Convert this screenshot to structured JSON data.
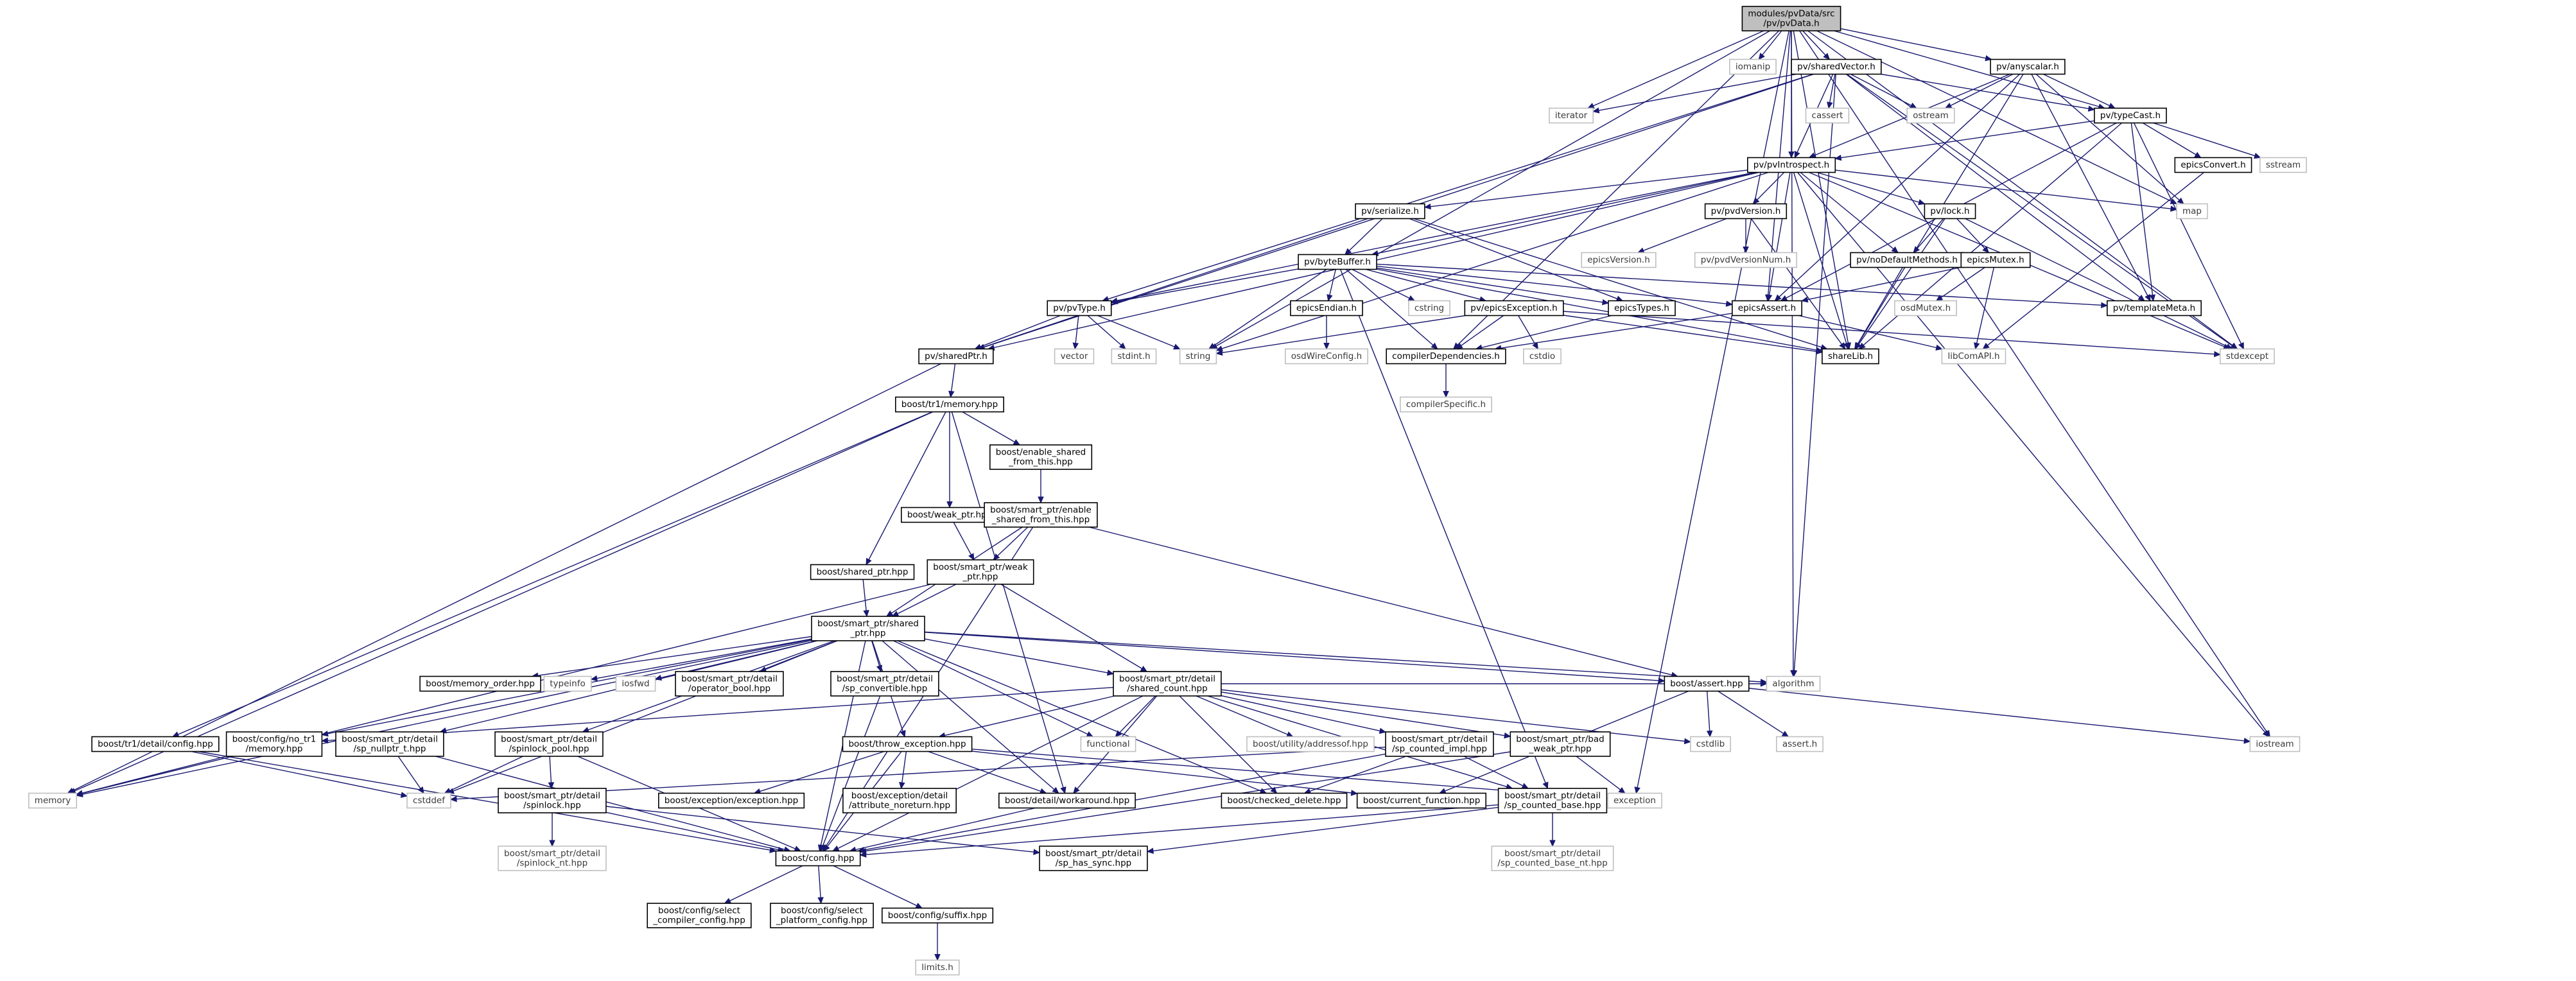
{
  "nodes": [
    {
      "id": "main",
      "label": [
        "modules/pvData/src",
        "/pv/pvData.h"
      ],
      "style": "main"
    },
    {
      "id": "iomanip",
      "label": [
        "iomanip"
      ],
      "style": "ext"
    },
    {
      "id": "sharedVector",
      "label": [
        "pv/sharedVector.h"
      ],
      "style": "doc"
    },
    {
      "id": "anyscalar",
      "label": [
        "pv/anyscalar.h"
      ],
      "style": "doc"
    },
    {
      "id": "iterator",
      "label": [
        "iterator"
      ],
      "style": "ext"
    },
    {
      "id": "cassert",
      "label": [
        "cassert"
      ],
      "style": "ext"
    },
    {
      "id": "ostream",
      "label": [
        "ostream"
      ],
      "style": "ext"
    },
    {
      "id": "typeCast",
      "label": [
        "pv/typeCast.h"
      ],
      "style": "doc"
    },
    {
      "id": "pvIntrospect",
      "label": [
        "pv/pvIntrospect.h"
      ],
      "style": "doc"
    },
    {
      "id": "epicsConvert",
      "label": [
        "epicsConvert.h"
      ],
      "style": "doc"
    },
    {
      "id": "sstream",
      "label": [
        "sstream"
      ],
      "style": "ext"
    },
    {
      "id": "map",
      "label": [
        "map"
      ],
      "style": "ext"
    },
    {
      "id": "serialize",
      "label": [
        "pv/serialize.h"
      ],
      "style": "doc"
    },
    {
      "id": "pvdVersion",
      "label": [
        "pv/pvdVersion.h"
      ],
      "style": "doc"
    },
    {
      "id": "lock",
      "label": [
        "pv/lock.h"
      ],
      "style": "doc"
    },
    {
      "id": "byteBuffer",
      "label": [
        "pv/byteBuffer.h"
      ],
      "style": "doc"
    },
    {
      "id": "epicsVersion",
      "label": [
        "epicsVersion.h"
      ],
      "style": "ext"
    },
    {
      "id": "pvdVersionNum",
      "label": [
        "pv/pvdVersionNum.h"
      ],
      "style": "ext"
    },
    {
      "id": "noDefaultMethods",
      "label": [
        "pv/noDefaultMethods.h"
      ],
      "style": "doc"
    },
    {
      "id": "epicsMutex",
      "label": [
        "epicsMutex.h"
      ],
      "style": "doc"
    },
    {
      "id": "pvType",
      "label": [
        "pv/pvType.h"
      ],
      "style": "doc"
    },
    {
      "id": "epicsEndian",
      "label": [
        "epicsEndian.h"
      ],
      "style": "doc"
    },
    {
      "id": "cstring",
      "label": [
        "cstring"
      ],
      "style": "ext"
    },
    {
      "id": "epicsException",
      "label": [
        "pv/epicsException.h"
      ],
      "style": "doc"
    },
    {
      "id": "epicsTypes",
      "label": [
        "epicsTypes.h"
      ],
      "style": "doc"
    },
    {
      "id": "epicsAssert",
      "label": [
        "epicsAssert.h"
      ],
      "style": "doc"
    },
    {
      "id": "osdMutex",
      "label": [
        "osdMutex.h"
      ],
      "style": "ext"
    },
    {
      "id": "templateMeta",
      "label": [
        "pv/templateMeta.h"
      ],
      "style": "doc"
    },
    {
      "id": "vector",
      "label": [
        "vector"
      ],
      "style": "ext"
    },
    {
      "id": "stdint",
      "label": [
        "stdint.h"
      ],
      "style": "ext"
    },
    {
      "id": "string",
      "label": [
        "string"
      ],
      "style": "ext"
    },
    {
      "id": "osdWireConfig",
      "label": [
        "osdWireConfig.h"
      ],
      "style": "ext"
    },
    {
      "id": "compilerDependencies",
      "label": [
        "compilerDependencies.h"
      ],
      "style": "doc"
    },
    {
      "id": "cstdio",
      "label": [
        "cstdio"
      ],
      "style": "ext"
    },
    {
      "id": "shareLib",
      "label": [
        "shareLib.h"
      ],
      "style": "doc"
    },
    {
      "id": "libComAPI",
      "label": [
        "libComAPI.h"
      ],
      "style": "ext"
    },
    {
      "id": "stdexcept",
      "label": [
        "stdexcept"
      ],
      "style": "ext"
    },
    {
      "id": "sharedPtr",
      "label": [
        "pv/sharedPtr.h"
      ],
      "style": "doc"
    },
    {
      "id": "compilerSpecific",
      "label": [
        "compilerSpecific.h"
      ],
      "style": "ext"
    },
    {
      "id": "tr1memory",
      "label": [
        "boost/tr1/memory.hpp"
      ],
      "style": "doc"
    },
    {
      "id": "enable_shared",
      "label": [
        "boost/enable_shared",
        "_from_this.hpp"
      ],
      "style": "doc"
    },
    {
      "id": "weak_ptr",
      "label": [
        "boost/weak_ptr.hpp"
      ],
      "style": "doc"
    },
    {
      "id": "sp_enable_shared",
      "label": [
        "boost/smart_ptr/enable",
        "_shared_from_this.hpp"
      ],
      "style": "doc"
    },
    {
      "id": "shared_ptr_hpp",
      "label": [
        "boost/shared_ptr.hpp"
      ],
      "style": "doc"
    },
    {
      "id": "sp_weak_ptr",
      "label": [
        "boost/smart_ptr/weak",
        "_ptr.hpp"
      ],
      "style": "doc"
    },
    {
      "id": "sp_shared_ptr",
      "label": [
        "boost/smart_ptr/shared",
        "_ptr.hpp"
      ],
      "style": "doc"
    },
    {
      "id": "memory_order",
      "label": [
        "boost/memory_order.hpp"
      ],
      "style": "doc"
    },
    {
      "id": "typeinfo",
      "label": [
        "typeinfo"
      ],
      "style": "ext"
    },
    {
      "id": "iosfwd",
      "label": [
        "iosfwd"
      ],
      "style": "ext"
    },
    {
      "id": "operator_bool",
      "label": [
        "boost/smart_ptr/detail",
        "/operator_bool.hpp"
      ],
      "style": "doc"
    },
    {
      "id": "sp_convertible",
      "label": [
        "boost/smart_ptr/detail",
        "/sp_convertible.hpp"
      ],
      "style": "doc"
    },
    {
      "id": "shared_count",
      "label": [
        "boost/smart_ptr/detail",
        "/shared_count.hpp"
      ],
      "style": "doc"
    },
    {
      "id": "boost_assert",
      "label": [
        "boost/assert.hpp"
      ],
      "style": "doc"
    },
    {
      "id": "algorithm",
      "label": [
        "algorithm"
      ],
      "style": "ext"
    },
    {
      "id": "tr1config",
      "label": [
        "boost/tr1/detail/config.hpp"
      ],
      "style": "doc"
    },
    {
      "id": "no_tr1",
      "label": [
        "boost/config/no_tr1",
        "/memory.hpp"
      ],
      "style": "doc"
    },
    {
      "id": "sp_nullptr",
      "label": [
        "boost/smart_ptr/detail",
        "/sp_nullptr_t.hpp"
      ],
      "style": "doc"
    },
    {
      "id": "spinlock_pool",
      "label": [
        "boost/smart_ptr/detail",
        "/spinlock_pool.hpp"
      ],
      "style": "doc"
    },
    {
      "id": "throw_exception",
      "label": [
        "boost/throw_exception.hpp"
      ],
      "style": "doc"
    },
    {
      "id": "functional",
      "label": [
        "functional"
      ],
      "style": "ext"
    },
    {
      "id": "addressof",
      "label": [
        "boost/utility/addressof.hpp"
      ],
      "style": "ext"
    },
    {
      "id": "sp_counted_impl",
      "label": [
        "boost/smart_ptr/detail",
        "/sp_counted_impl.hpp"
      ],
      "style": "doc"
    },
    {
      "id": "bad_weak_ptr",
      "label": [
        "boost/smart_ptr/bad",
        "_weak_ptr.hpp"
      ],
      "style": "doc"
    },
    {
      "id": "cstdlib",
      "label": [
        "cstdlib"
      ],
      "style": "ext"
    },
    {
      "id": "assert_h",
      "label": [
        "assert.h"
      ],
      "style": "ext"
    },
    {
      "id": "iostream",
      "label": [
        "iostream"
      ],
      "style": "ext"
    },
    {
      "id": "memory",
      "label": [
        "memory"
      ],
      "style": "ext"
    },
    {
      "id": "cstddef",
      "label": [
        "cstddef"
      ],
      "style": "ext"
    },
    {
      "id": "spinlock",
      "label": [
        "boost/smart_ptr/detail",
        "/spinlock.hpp"
      ],
      "style": "doc"
    },
    {
      "id": "exception_hpp",
      "label": [
        "boost/exception/exception.hpp"
      ],
      "style": "doc"
    },
    {
      "id": "attribute_noreturn",
      "label": [
        "boost/exception/detail",
        "/attribute_noreturn.hpp"
      ],
      "style": "doc"
    },
    {
      "id": "workaround",
      "label": [
        "boost/detail/workaround.hpp"
      ],
      "style": "doc"
    },
    {
      "id": "checked_delete",
      "label": [
        "boost/checked_delete.hpp"
      ],
      "style": "doc"
    },
    {
      "id": "current_function",
      "label": [
        "boost/current_function.hpp"
      ],
      "style": "doc"
    },
    {
      "id": "sp_counted_base",
      "label": [
        "boost/smart_ptr/detail",
        "/sp_counted_base.hpp"
      ],
      "style": "doc"
    },
    {
      "id": "exception",
      "label": [
        "exception"
      ],
      "style": "ext"
    },
    {
      "id": "spinlock_nt",
      "label": [
        "boost/smart_ptr/detail",
        "/spinlock_nt.hpp"
      ],
      "style": "ext"
    },
    {
      "id": "boost_config",
      "label": [
        "boost/config.hpp"
      ],
      "style": "doc"
    },
    {
      "id": "sp_has_sync",
      "label": [
        "boost/smart_ptr/detail",
        "/sp_has_sync.hpp"
      ],
      "style": "doc"
    },
    {
      "id": "sp_counted_base_nt",
      "label": [
        "boost/smart_ptr/detail",
        "/sp_counted_base_nt.hpp"
      ],
      "style": "ext"
    },
    {
      "id": "select_compiler",
      "label": [
        "boost/config/select",
        "_compiler_config.hpp"
      ],
      "style": "doc"
    },
    {
      "id": "select_platform",
      "label": [
        "boost/config/select",
        "_platform_config.hpp"
      ],
      "style": "doc"
    },
    {
      "id": "suffix",
      "label": [
        "boost/config/suffix.hpp"
      ],
      "style": "doc"
    },
    {
      "id": "limits_h",
      "label": [
        "limits.h"
      ],
      "style": "ext"
    }
  ],
  "edges": [
    [
      "main",
      "iomanip"
    ],
    [
      "main",
      "sharedVector"
    ],
    [
      "main",
      "anyscalar"
    ],
    [
      "main",
      "iterator"
    ],
    [
      "main",
      "typeCast"
    ],
    [
      "main",
      "pvIntrospect"
    ],
    [
      "main",
      "map"
    ],
    [
      "main",
      "string"
    ],
    [
      "main",
      "stdexcept"
    ],
    [
      "main",
      "epicsAssert"
    ],
    [
      "main",
      "compilerDependencies"
    ],
    [
      "main",
      "algorithm"
    ],
    [
      "main",
      "iostream"
    ],
    [
      "main",
      "exception"
    ],
    [
      "main",
      "shareLib"
    ],
    [
      "sharedVector",
      "iterator"
    ],
    [
      "sharedVector",
      "cassert"
    ],
    [
      "sharedVector",
      "ostream"
    ],
    [
      "sharedVector",
      "pvIntrospect"
    ],
    [
      "sharedVector",
      "typeCast"
    ],
    [
      "sharedVector",
      "templateMeta"
    ],
    [
      "sharedVector",
      "sharedPtr"
    ],
    [
      "sharedVector",
      "pvType"
    ],
    [
      "sharedVector",
      "algorithm"
    ],
    [
      "sharedVector",
      "stdexcept"
    ],
    [
      "anyscalar",
      "ostream"
    ],
    [
      "anyscalar",
      "typeCast"
    ],
    [
      "anyscalar",
      "pvIntrospect"
    ],
    [
      "anyscalar",
      "templateMeta"
    ],
    [
      "anyscalar",
      "map"
    ],
    [
      "anyscalar",
      "shareLib"
    ],
    [
      "anyscalar",
      "epicsAssert"
    ],
    [
      "typeCast",
      "pvIntrospect"
    ],
    [
      "typeCast",
      "epicsConvert"
    ],
    [
      "typeCast",
      "sstream"
    ],
    [
      "typeCast",
      "templateMeta"
    ],
    [
      "typeCast",
      "stdexcept"
    ],
    [
      "typeCast",
      "shareLib"
    ],
    [
      "typeCast",
      "epicsAssert"
    ],
    [
      "epicsConvert",
      "libComAPI"
    ],
    [
      "pvIntrospect",
      "map"
    ],
    [
      "pvIntrospect",
      "serialize"
    ],
    [
      "pvIntrospect",
      "pvdVersion"
    ],
    [
      "pvIntrospect",
      "lock"
    ],
    [
      "pvIntrospect",
      "byteBuffer"
    ],
    [
      "pvIntrospect",
      "pvType"
    ],
    [
      "pvIntrospect",
      "string"
    ],
    [
      "pvIntrospect",
      "noDefaultMethods"
    ],
    [
      "pvIntrospect",
      "sharedPtr"
    ],
    [
      "pvIntrospect",
      "shareLib"
    ],
    [
      "pvIntrospect",
      "epicsAssert"
    ],
    [
      "pvIntrospect",
      "iostream"
    ],
    [
      "pvIntrospect",
      "stdexcept"
    ],
    [
      "serialize",
      "byteBuffer"
    ],
    [
      "serialize",
      "sharedPtr"
    ],
    [
      "serialize",
      "epicsTypes"
    ],
    [
      "serialize",
      "shareLib"
    ],
    [
      "pvdVersion",
      "epicsVersion"
    ],
    [
      "pvdVersion",
      "pvdVersionNum"
    ],
    [
      "pvdVersion",
      "shareLib"
    ],
    [
      "lock",
      "epicsMutex"
    ],
    [
      "lock",
      "noDefaultMethods"
    ],
    [
      "lock",
      "shareLib"
    ],
    [
      "lock",
      "stdexcept"
    ],
    [
      "epicsMutex",
      "epicsAssert"
    ],
    [
      "epicsMutex",
      "osdMutex"
    ],
    [
      "epicsMutex",
      "libComAPI"
    ],
    [
      "noDefaultMethods",
      "shareLib"
    ],
    [
      "byteBuffer",
      "pvType"
    ],
    [
      "byteBuffer",
      "epicsEndian"
    ],
    [
      "byteBuffer",
      "cstring"
    ],
    [
      "byteBuffer",
      "epicsException"
    ],
    [
      "byteBuffer",
      "epicsTypes"
    ],
    [
      "byteBuffer",
      "epicsAssert"
    ],
    [
      "byteBuffer",
      "templateMeta"
    ],
    [
      "byteBuffer",
      "string"
    ],
    [
      "byteBuffer",
      "compilerDependencies"
    ],
    [
      "byteBuffer",
      "shareLib"
    ],
    [
      "byteBuffer",
      "sp_counted_base"
    ],
    [
      "epicsEndian",
      "osdWireConfig"
    ],
    [
      "epicsException",
      "string"
    ],
    [
      "epicsException",
      "cstdio"
    ],
    [
      "epicsException",
      "compilerDependencies"
    ],
    [
      "epicsException",
      "shareLib"
    ],
    [
      "epicsException",
      "stdexcept"
    ],
    [
      "epicsTypes",
      "compilerDependencies"
    ],
    [
      "epicsAssert",
      "compilerDependencies"
    ],
    [
      "epicsAssert",
      "libComAPI"
    ],
    [
      "compilerDependencies",
      "compilerSpecific"
    ],
    [
      "pvType",
      "vector"
    ],
    [
      "pvType",
      "stdint"
    ],
    [
      "pvType",
      "string"
    ],
    [
      "pvType",
      "sharedPtr"
    ],
    [
      "sharedPtr",
      "tr1memory"
    ],
    [
      "sharedPtr",
      "memory"
    ],
    [
      "tr1memory",
      "enable_shared"
    ],
    [
      "tr1memory",
      "weak_ptr"
    ],
    [
      "tr1memory",
      "shared_ptr_hpp"
    ],
    [
      "tr1memory",
      "tr1config"
    ],
    [
      "tr1memory",
      "memory"
    ],
    [
      "tr1memory",
      "workaround"
    ],
    [
      "enable_shared",
      "sp_enable_shared"
    ],
    [
      "sp_enable_shared",
      "sp_weak_ptr"
    ],
    [
      "sp_enable_shared",
      "sp_shared_ptr"
    ],
    [
      "sp_enable_shared",
      "boost_assert"
    ],
    [
      "sp_enable_shared",
      "boost_config"
    ],
    [
      "weak_ptr",
      "sp_weak_ptr"
    ],
    [
      "sp_weak_ptr",
      "sp_shared_ptr"
    ],
    [
      "sp_weak_ptr",
      "shared_count"
    ],
    [
      "sp_weak_ptr",
      "memory"
    ],
    [
      "shared_ptr_hpp",
      "sp_shared_ptr"
    ],
    [
      "sp_shared_ptr",
      "memory_order"
    ],
    [
      "sp_shared_ptr",
      "typeinfo"
    ],
    [
      "sp_shared_ptr",
      "iosfwd"
    ],
    [
      "sp_shared_ptr",
      "operator_bool"
    ],
    [
      "sp_shared_ptr",
      "sp_convertible"
    ],
    [
      "sp_shared_ptr",
      "shared_count"
    ],
    [
      "sp_shared_ptr",
      "boost_assert"
    ],
    [
      "sp_shared_ptr",
      "algorithm"
    ],
    [
      "sp_shared_ptr",
      "no_tr1"
    ],
    [
      "sp_shared_ptr",
      "sp_nullptr"
    ],
    [
      "sp_shared_ptr",
      "spinlock_pool"
    ],
    [
      "sp_shared_ptr",
      "throw_exception"
    ],
    [
      "sp_shared_ptr",
      "functional"
    ],
    [
      "sp_shared_ptr",
      "workaround"
    ],
    [
      "sp_shared_ptr",
      "checked_delete"
    ],
    [
      "sp_shared_ptr",
      "memory"
    ],
    [
      "sp_shared_ptr",
      "cstddef"
    ],
    [
      "sp_shared_ptr",
      "boost_config"
    ],
    [
      "shared_count",
      "functional"
    ],
    [
      "shared_count",
      "addressof"
    ],
    [
      "shared_count",
      "sp_counted_impl"
    ],
    [
      "shared_count",
      "bad_weak_ptr"
    ],
    [
      "shared_count",
      "checked_delete"
    ],
    [
      "shared_count",
      "throw_exception"
    ],
    [
      "shared_count",
      "no_tr1"
    ],
    [
      "shared_count",
      "workaround"
    ],
    [
      "shared_count",
      "sp_counted_base"
    ],
    [
      "shared_count",
      "boost_config"
    ],
    [
      "shared_count",
      "algorithm"
    ],
    [
      "shared_count",
      "cstdlib"
    ],
    [
      "boost_assert",
      "cstdlib"
    ],
    [
      "boost_assert",
      "assert_h"
    ],
    [
      "boost_assert",
      "iostream"
    ],
    [
      "boost_assert",
      "current_function"
    ],
    [
      "tr1config",
      "cstddef"
    ],
    [
      "tr1config",
      "boost_config"
    ],
    [
      "no_tr1",
      "memory"
    ],
    [
      "sp_nullptr",
      "cstddef"
    ],
    [
      "sp_nullptr",
      "boost_config"
    ],
    [
      "spinlock_pool",
      "spinlock"
    ],
    [
      "spinlock_pool",
      "cstddef"
    ],
    [
      "spinlock_pool",
      "boost_config"
    ],
    [
      "spinlock",
      "spinlock_nt"
    ],
    [
      "spinlock",
      "sp_has_sync"
    ],
    [
      "spinlock",
      "boost_config"
    ],
    [
      "throw_exception",
      "exception_hpp"
    ],
    [
      "throw_exception",
      "attribute_noreturn"
    ],
    [
      "throw_exception",
      "workaround"
    ],
    [
      "throw_exception",
      "current_function"
    ],
    [
      "throw_exception",
      "boost_config"
    ],
    [
      "throw_exception",
      "exception"
    ],
    [
      "sp_counted_impl",
      "sp_counted_base"
    ],
    [
      "sp_counted_impl",
      "checked_delete"
    ],
    [
      "sp_counted_impl",
      "cstddef"
    ],
    [
      "sp_counted_impl",
      "boost_config"
    ],
    [
      "bad_weak_ptr",
      "exception"
    ],
    [
      "bad_weak_ptr",
      "boost_config"
    ],
    [
      "sp_counted_base",
      "sp_counted_base_nt"
    ],
    [
      "sp_counted_base",
      "sp_has_sync"
    ],
    [
      "sp_counted_base",
      "boost_config"
    ],
    [
      "sp_convertible",
      "boost_config"
    ],
    [
      "workaround",
      "boost_config"
    ],
    [
      "boost_config",
      "select_compiler"
    ],
    [
      "boost_config",
      "select_platform"
    ],
    [
      "boost_config",
      "suffix"
    ],
    [
      "suffix",
      "limits_h"
    ]
  ]
}
